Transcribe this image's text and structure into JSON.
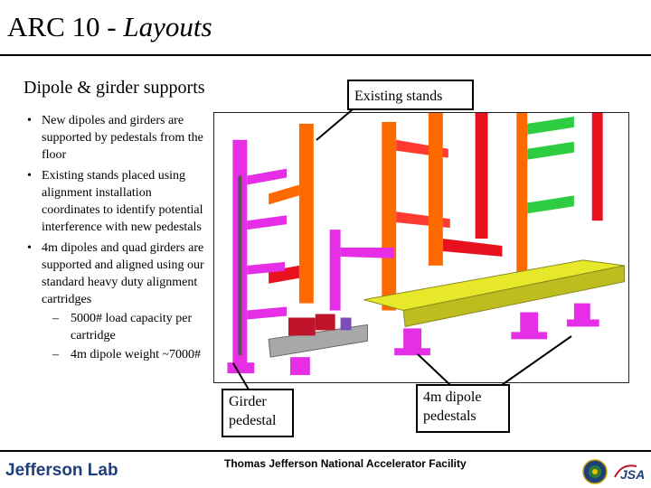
{
  "slide": {
    "title_main": "ARC 10",
    "title_separator": " - ",
    "title_em": "Layouts",
    "subtitle": "Dipole & girder supports"
  },
  "bullets": [
    "New dipoles and girders are supported by pedestals from the floor",
    "Existing stands placed using alignment installation coordinates to identify potential interference with new pedestals",
    "4m dipoles and quad girders are supported and aligned using our standard heavy duty alignment cartridges"
  ],
  "sub_bullets": [
    "5000# load capacity per cartridge",
    "4m dipole weight ~7000#"
  ],
  "callouts": {
    "existing_stands": "Existing stands",
    "girder_line1": "Girder",
    "girder_line2": "pedestal",
    "dipole_line1": "4m dipole",
    "dipole_line2": "pedestals"
  },
  "footer": {
    "lab_name": "Jefferson Lab",
    "facility": "Thomas Jefferson National Accelerator Facility",
    "partner": "JSA"
  },
  "colors": {
    "stand_magenta": "#e52ee5",
    "stand_orange": "#ff6a00",
    "arm_green": "#2ecc40",
    "arm_red": "#e8121e",
    "girder_yellow": "#e8e82a",
    "cart_gray": "#a8a8a8"
  }
}
